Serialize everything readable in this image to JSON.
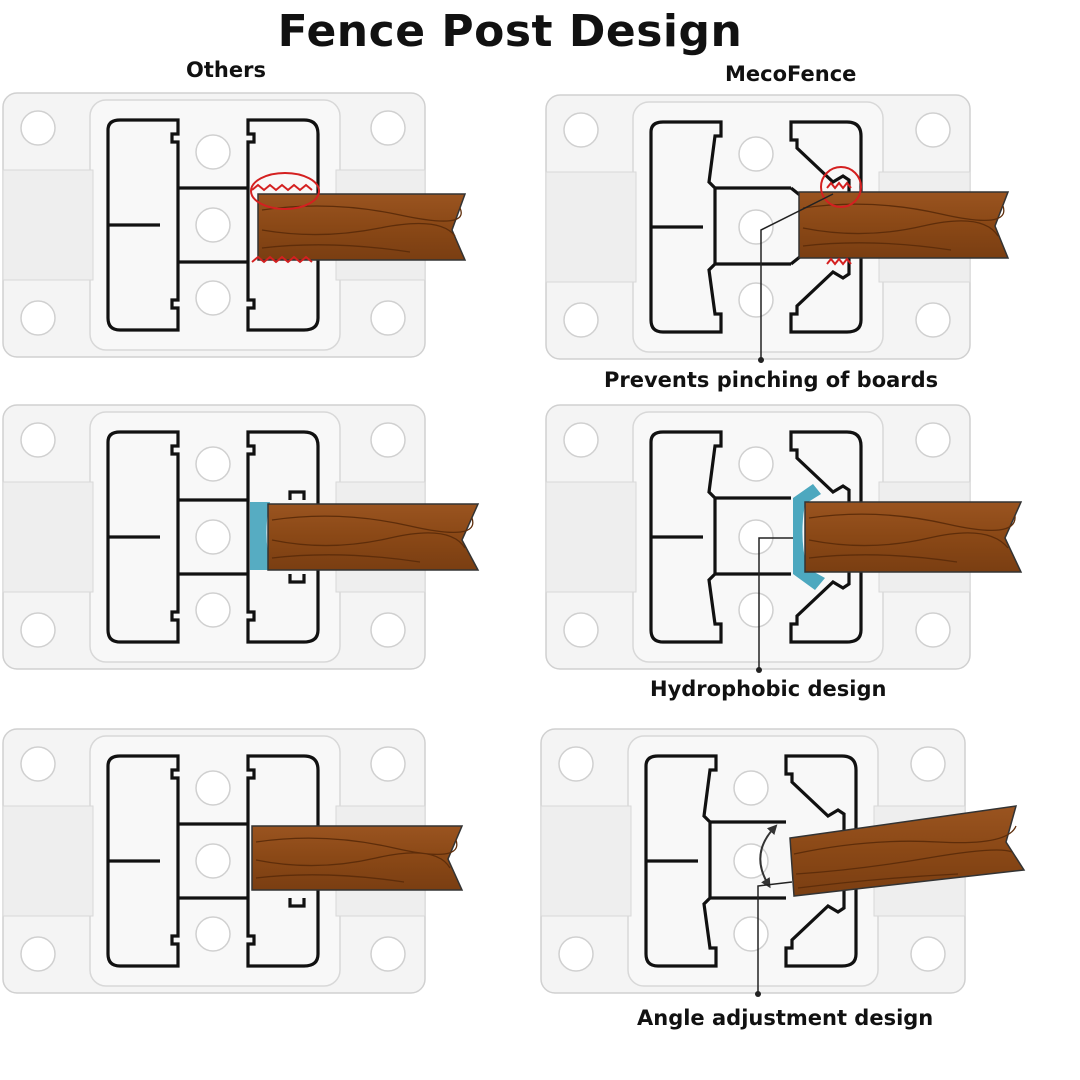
{
  "title": "Fence Post Design",
  "columns": {
    "left": "Others",
    "right": "MecoFence"
  },
  "captions": {
    "pinching": "Prevents pinching of boards",
    "hydrophobic": "Hydrophobic design",
    "angle": "Angle adjustment design"
  },
  "colors": {
    "board": "#8a4a1a",
    "board_grain": "#5e2d0a",
    "water": "#3a9fb8",
    "highlight": "#d42020",
    "frame": "#d8d8d8",
    "post_outline": "#111111"
  }
}
